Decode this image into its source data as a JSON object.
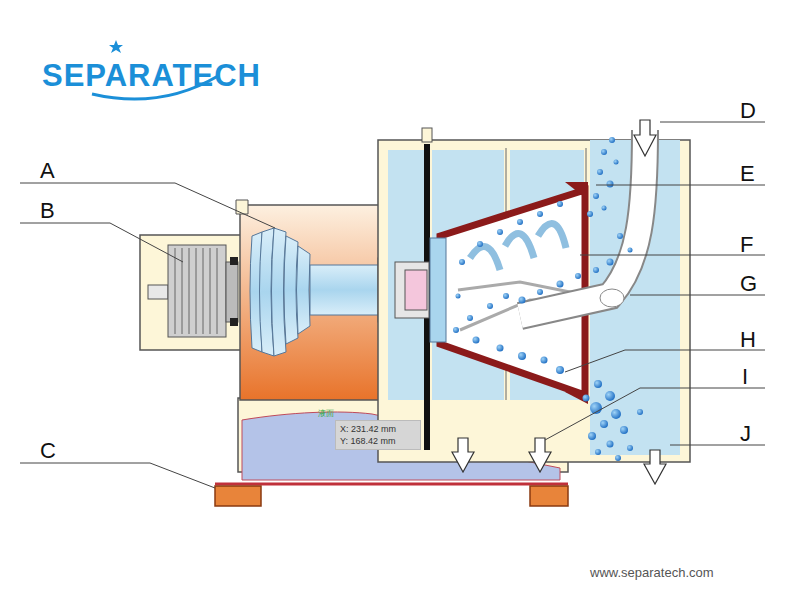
{
  "diagram": {
    "nodes": [
      {
        "text": [
          "X: 231.42 mm",
          "Y: 168.42 mm"
        ]
      }
    ],
    "labels": [
      "SEPARATECH",
      "A",
      "B",
      "C",
      "D",
      "E",
      "F",
      "G",
      "H",
      "I",
      "J",
      "液面",
      "www.separatech.com"
    ]
  }
}
